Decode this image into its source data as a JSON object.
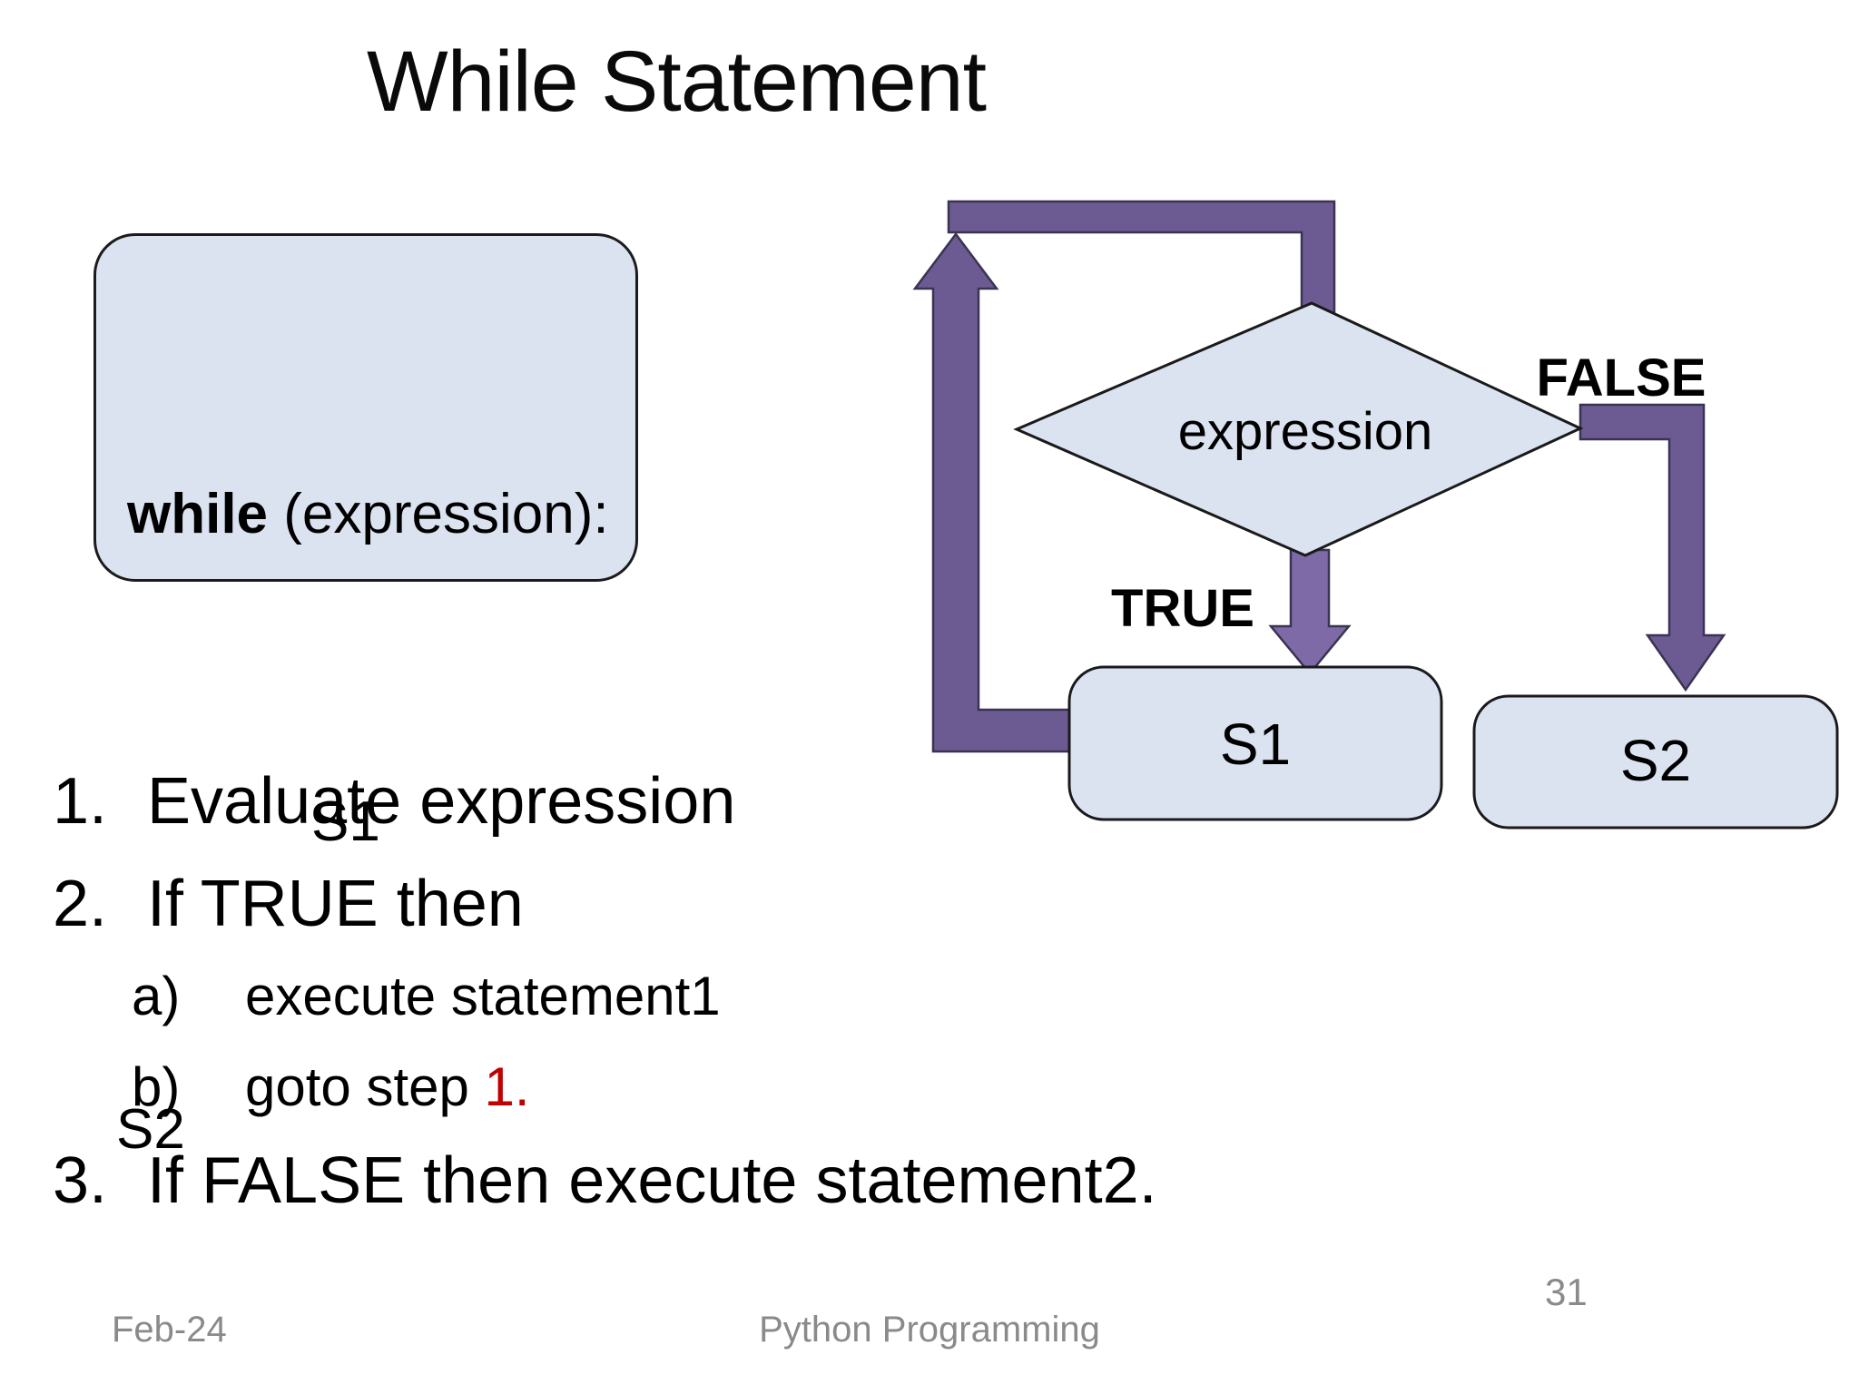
{
  "slide": {
    "title": "While Statement",
    "page_number": "31",
    "footer_date": "Feb-24",
    "footer_center": "Python Programming"
  },
  "code_box": {
    "keyword": "while",
    "rest": " (expression):",
    "line2": "S1",
    "line3": "S2"
  },
  "flowchart": {
    "condition_label": "expression",
    "true_label": "TRUE",
    "false_label": "FALSE",
    "true_box_label": "S1",
    "false_box_label": "S2"
  },
  "steps": [
    {
      "marker": "1.",
      "text": "Evaluate expression"
    },
    {
      "marker": "2.",
      "text": "If TRUE then"
    },
    {
      "marker": "a)",
      "text": "execute statement1"
    },
    {
      "marker": "b)",
      "text_black": "goto step ",
      "text_red": "1."
    },
    {
      "marker": "3.",
      "text": "If FALSE then execute statement2."
    }
  ],
  "colors": {
    "arrow_purple": "#6c5b92",
    "arrow_purple_light": "#7e6aa7",
    "arrow_outline": "#3a3352",
    "shape_fill": "#dbe3f1",
    "shape_outline": "#1a1a1a",
    "red_text": "#c00000",
    "footer_gray": "#8a8a8a"
  }
}
